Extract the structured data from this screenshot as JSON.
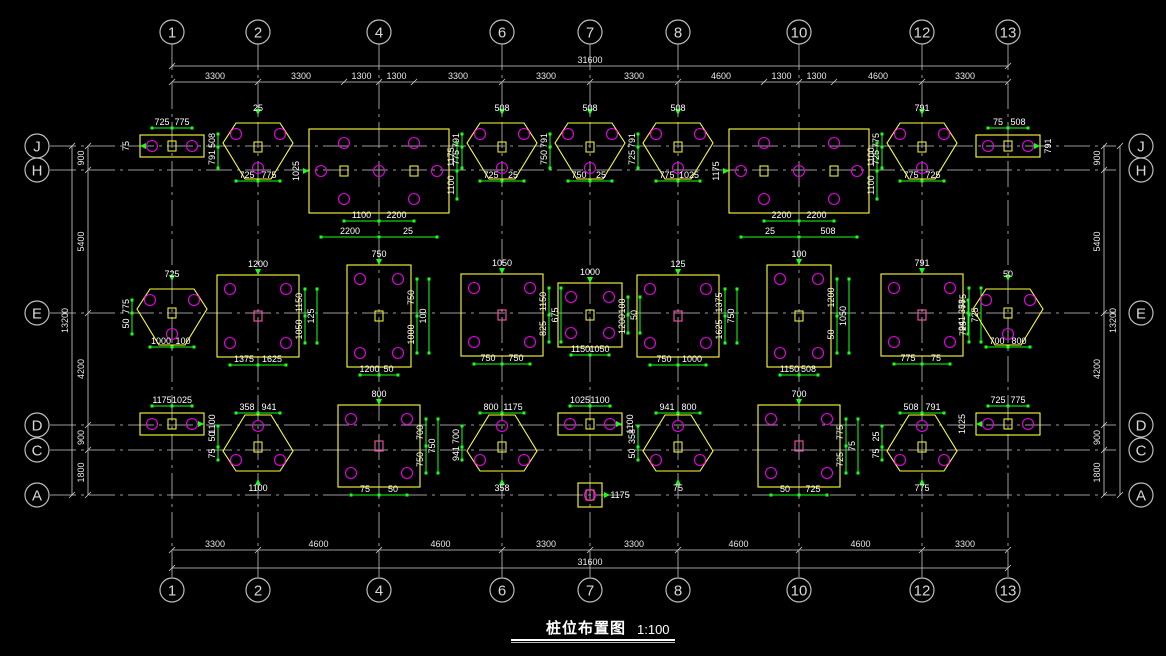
{
  "axes": {
    "x_labels": [
      "1",
      "2",
      "4",
      "6",
      "7",
      "8",
      "10",
      "12",
      "13"
    ],
    "y_labels": [
      "J",
      "H",
      "E",
      "D",
      "C",
      "A"
    ]
  },
  "top_dims": [
    "3300",
    "3300",
    "1300",
    "1300",
    "3300",
    "3300",
    "3300",
    "4600",
    "1300",
    "1300",
    "4600",
    "3300"
  ],
  "bottom_dims": [
    "3300",
    "4600",
    "4600",
    "3300",
    "3300",
    "4600",
    "4600",
    "3300"
  ],
  "total_dim": "31600",
  "left_dims": [
    "900",
    "5400",
    "4200",
    "900",
    "1800"
  ],
  "left_total": "13200",
  "right_dims": [
    "900",
    "5400",
    "4200",
    "900",
    "1800"
  ],
  "right_total": "13200",
  "cap_labels": [
    "725",
    "775",
    "75",
    "25",
    "508",
    "791",
    "725",
    "775",
    "1025",
    "1175",
    "1100",
    "1100",
    "2200",
    "2200",
    "25",
    "508",
    "791",
    "775",
    "725",
    "25",
    "508",
    "791",
    "750",
    "750",
    "25",
    "508",
    "791",
    "725",
    "775",
    "1025",
    "1175",
    "1100",
    "1100",
    "2200",
    "2200",
    "25",
    "508",
    "791",
    "775",
    "725",
    "775",
    "725",
    "75",
    "508",
    "791",
    "725",
    "775",
    "50",
    "1000",
    "100",
    "1200",
    "1150",
    "1050",
    "125",
    "1375",
    "1625",
    "750",
    "750",
    "1000",
    "100",
    "1200",
    "50",
    "1050",
    "1150",
    "825",
    "675",
    "750",
    "750",
    "1000",
    "100",
    "1200",
    "50",
    "1150",
    "1050",
    "125",
    "1375",
    "1625",
    "750",
    "750",
    "1000",
    "100",
    "1200",
    "50",
    "1050",
    "1150",
    "508",
    "791",
    "775",
    "725",
    "725",
    "775",
    "75",
    "50",
    "358",
    "941",
    "700",
    "800",
    "1175",
    "1025",
    "1100",
    "1100",
    "75",
    "50",
    "358",
    "941",
    "800",
    "700",
    "750",
    "750",
    "75",
    "50",
    "358",
    "941",
    "700",
    "800",
    "1175",
    "1025",
    "1100",
    "1100",
    "75",
    "50",
    "358",
    "941",
    "800",
    "700",
    "775",
    "725",
    "75",
    "50"
  ],
  "title": "桩位布置图",
  "scale": "1:100",
  "colors": {
    "pile": "#e800e8",
    "cap": "#ffff3a",
    "dimension": "#1aff1a",
    "axis": "#9a9a9a"
  }
}
